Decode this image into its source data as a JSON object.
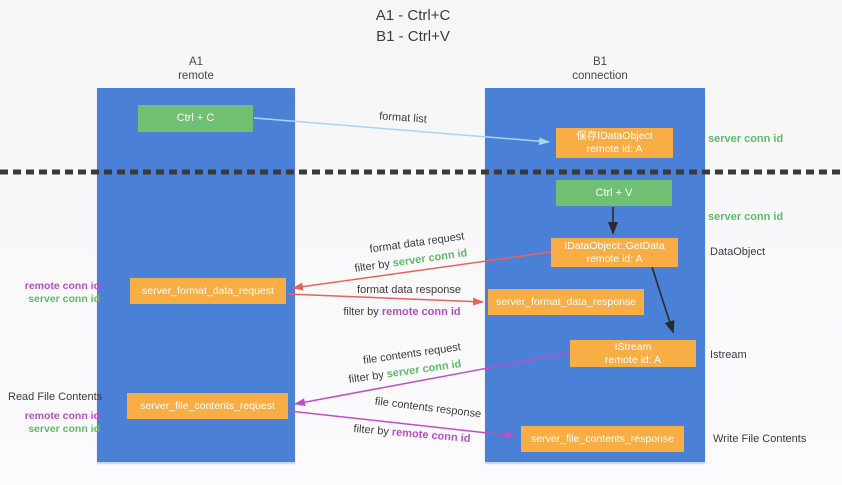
{
  "title": {
    "line1": "A1 - Ctrl+C",
    "line2": "B1 - Ctrl+V"
  },
  "lanes": {
    "left": {
      "title": "A1",
      "subtitle": "remote"
    },
    "right": {
      "title": "B1",
      "subtitle": "connection"
    }
  },
  "nodes": {
    "ctrl_c": {
      "label": "Ctrl + C"
    },
    "ctrl_v": {
      "label": "Ctrl + V"
    },
    "save_dataobject": {
      "line1": "保存IDataObject",
      "line2": "remote id: A"
    },
    "getdata": {
      "line1": "IDataObject::GetData",
      "line2": "remote id: A"
    },
    "istream": {
      "line1": "IStream",
      "line2": "remote id: A"
    },
    "format_request": {
      "label": "server_format_data_request"
    },
    "format_response": {
      "label": "server_format_data_response"
    },
    "file_request": {
      "label": "server_file_contents_request"
    },
    "file_response": {
      "label": "server_file_contents_response"
    }
  },
  "annotations": {
    "server_conn_id_top": "server conn id",
    "server_conn_id_mid": "server conn id",
    "dataobject": "DataObject",
    "istream": "Istream",
    "read_file_contents": "Read File Contents",
    "write_file_contents": "Write File Contents",
    "pair_format": {
      "remote": "remote conn id",
      "server": "server conn id"
    },
    "pair_file": {
      "remote": "remote conn id",
      "server": "server conn id"
    }
  },
  "flows": {
    "format_list": {
      "text": "format list"
    },
    "format_data_request": {
      "text": "format data request",
      "filter_prefix": "filter by",
      "filter_key": "server conn id"
    },
    "format_data_response": {
      "text": "format data response",
      "filter_prefix": "filter by",
      "filter_key": "remote conn id"
    },
    "file_contents_request": {
      "text": "file contents request",
      "filter_prefix": "filter by",
      "filter_key": "server conn id"
    },
    "file_contents_response": {
      "text": "file contents response",
      "filter_prefix": "filter by",
      "filter_key": "remote conn id"
    }
  },
  "colors": {
    "lane_blue": "#4a80d5",
    "box_green": "#70c073",
    "box_orange": "#f9ae45",
    "text_green": "#5fbc66",
    "text_purple": "#b44ec6",
    "arrow_red": "#e8625c",
    "arrow_magenta": "#bf4fc5",
    "arrow_light_blue": "#a9d6ef",
    "arrow_black": "#2b2b2b"
  }
}
